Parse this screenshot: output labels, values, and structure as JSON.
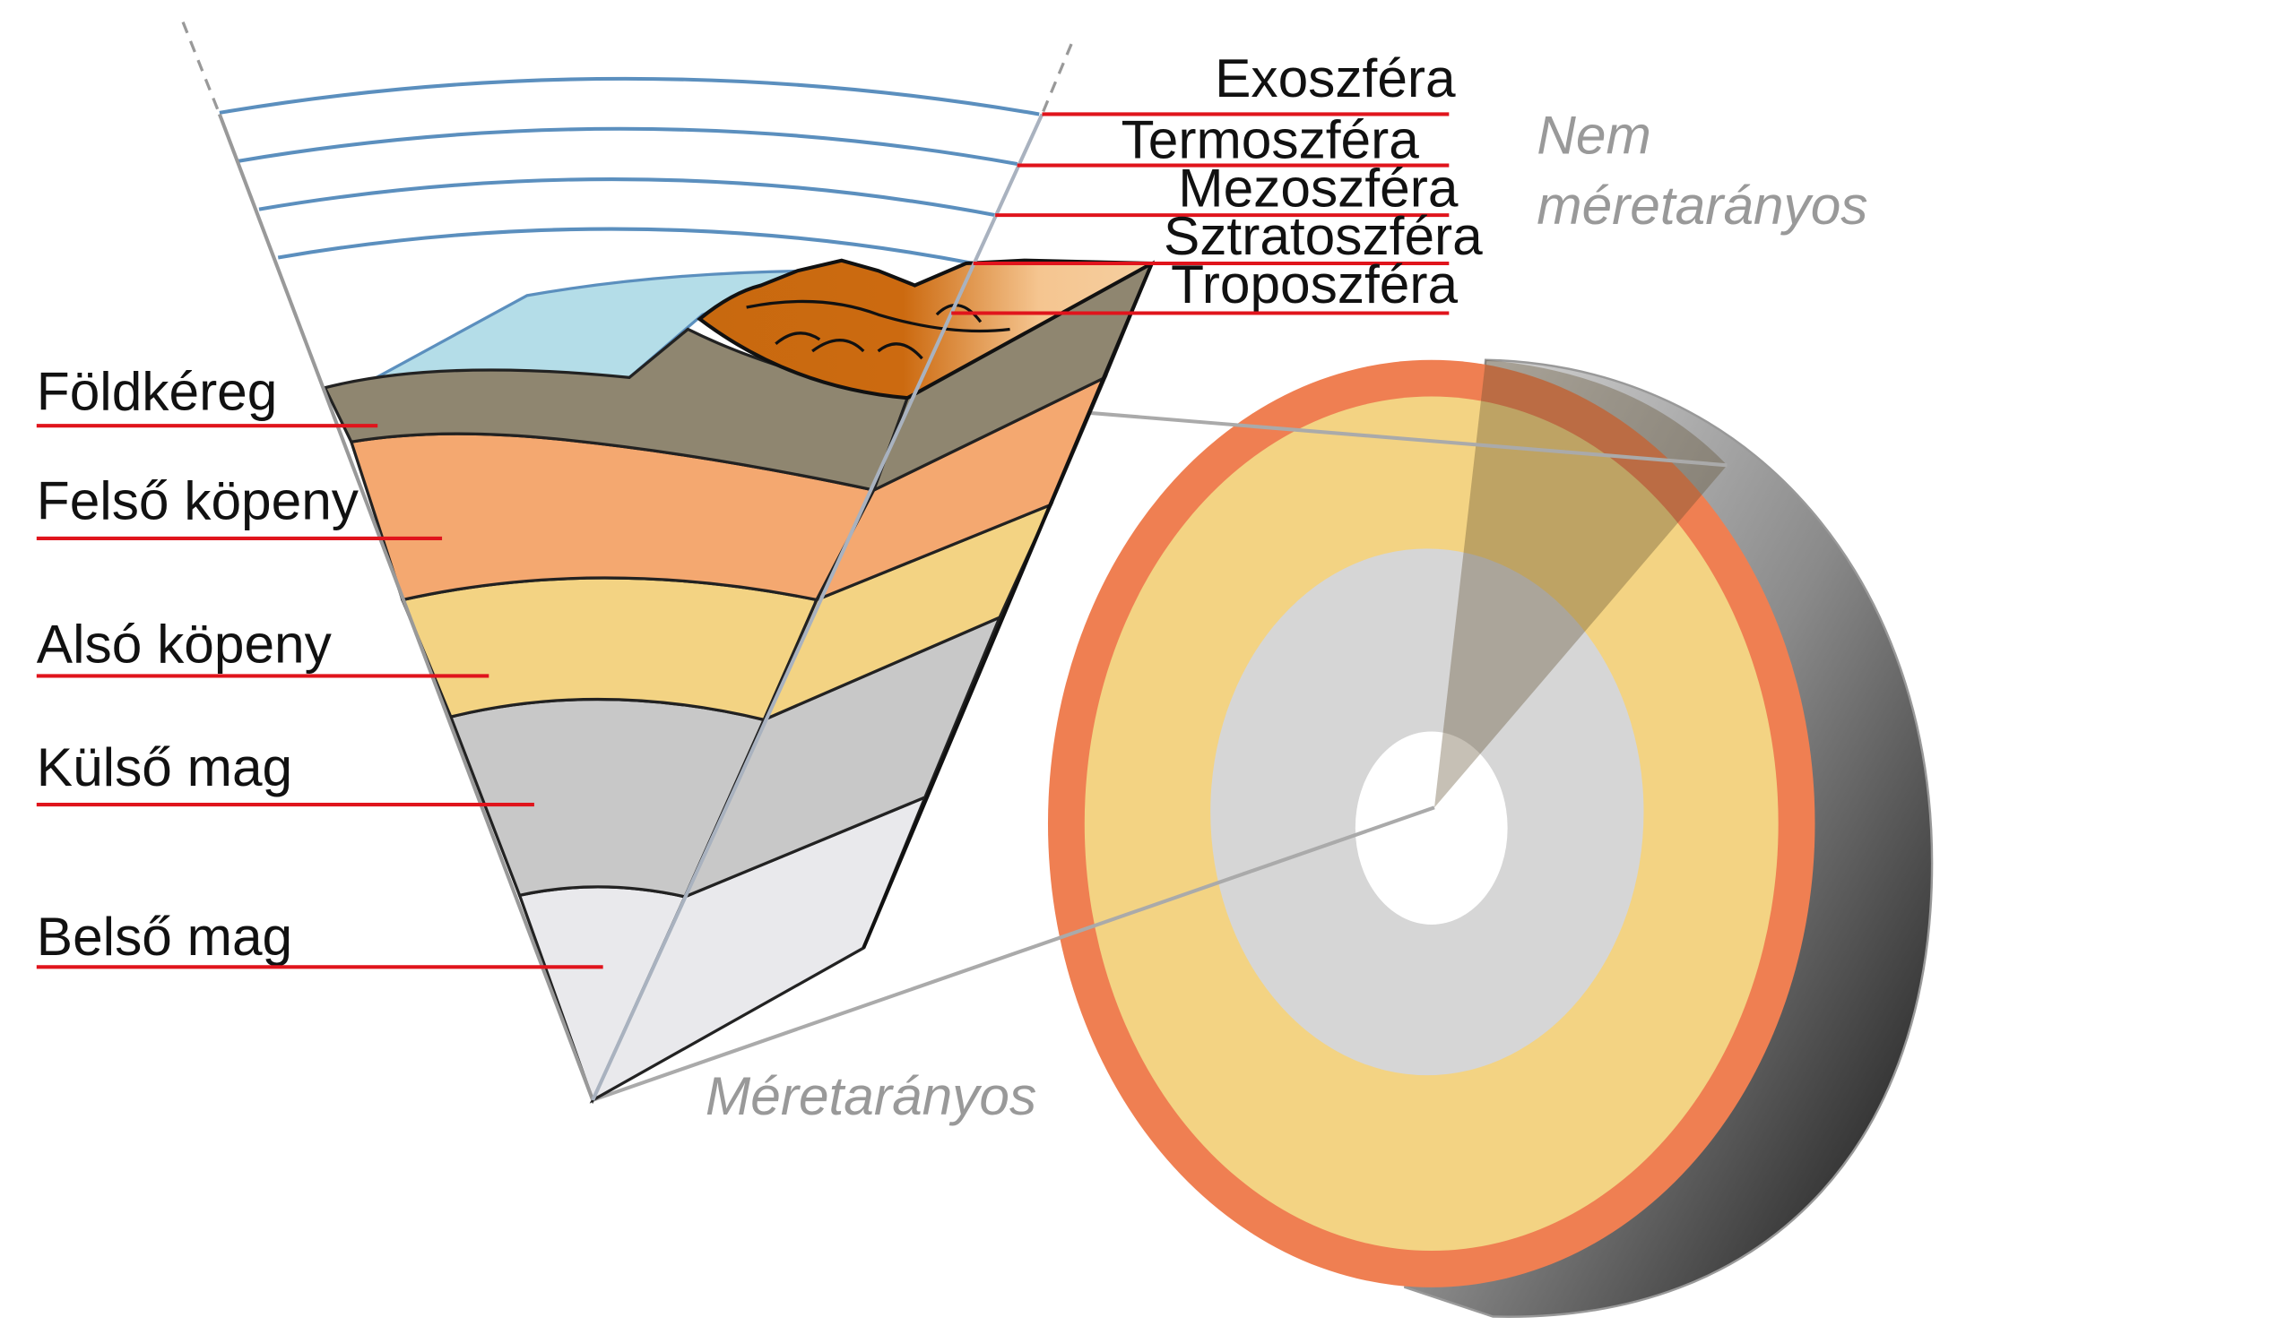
{
  "title": "Föld rétegei",
  "atmosphere_labels": [
    "Exoszféra",
    "Termoszféra",
    "Mezoszféra",
    "Sztratoszféra",
    "Troposzféra"
  ],
  "earth_labels": [
    "Földkéreg",
    "Felső köpeny",
    "Alsó köpeny",
    "Külső mag",
    "Belső mag"
  ],
  "notes": {
    "not_to_scale_1": "Nem",
    "not_to_scale_2": "méretarányos",
    "to_scale": "Méretarányos"
  },
  "colors": {
    "crust": "#8f8670",
    "upper_mantle": "#f4a870",
    "lower_mantle": "#f3d383",
    "outer_core": "#c8c8c8",
    "inner_core": "#e9e9ec",
    "ocean": "#b4dde8",
    "crust_ring": "#ef7f52",
    "leader": "#e0141c"
  }
}
